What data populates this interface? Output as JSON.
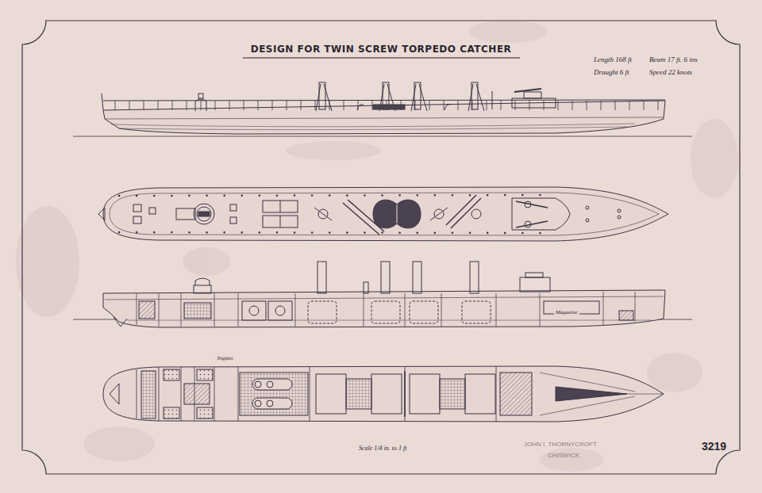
{
  "diagram": {
    "title": "DESIGN FOR TWIN SCREW TORPEDO CATCHER",
    "labels": [
      "Length 168 ft",
      "Beam 17 ft. 6 ins",
      "Draught 6 ft",
      "Speed 22 knots",
      "Magazine",
      "Engines",
      "Scale 1/4 in. to 1 ft",
      "3219",
      "JOHN I. THORNYCROFT",
      "CHISWICK"
    ]
  }
}
